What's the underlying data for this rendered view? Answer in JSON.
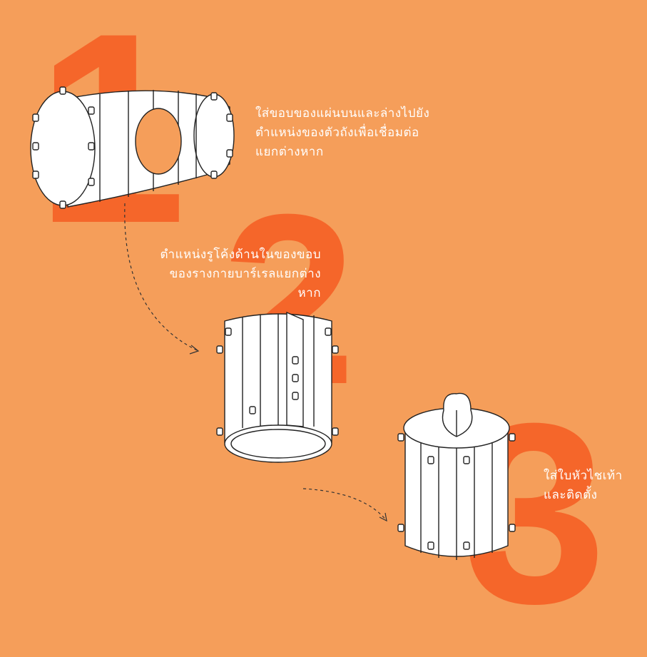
{
  "steps": [
    {
      "number": "1",
      "caption": "ใส่ขอบของแผ่นบนและล่างไปยัง\nตำแหน่งของตัวถังเพื่อเชื่อมต่อ\nแยกต่างหาก"
    },
    {
      "number": "2",
      "caption": "ตำแหน่งรูโค้งด้านในของขอบ\nของรางกายบาร์เรลแยกต่าง\nหาก"
    },
    {
      "number": "3",
      "caption": "ใส่ใบหัวไชเท้า\nและติดตั้ง"
    }
  ],
  "colors": {
    "background": "#f59e5a",
    "accent_number": "#f5662a",
    "caption_text": "#ffffff",
    "line_art": "#222222",
    "fill": "#ffffff"
  }
}
